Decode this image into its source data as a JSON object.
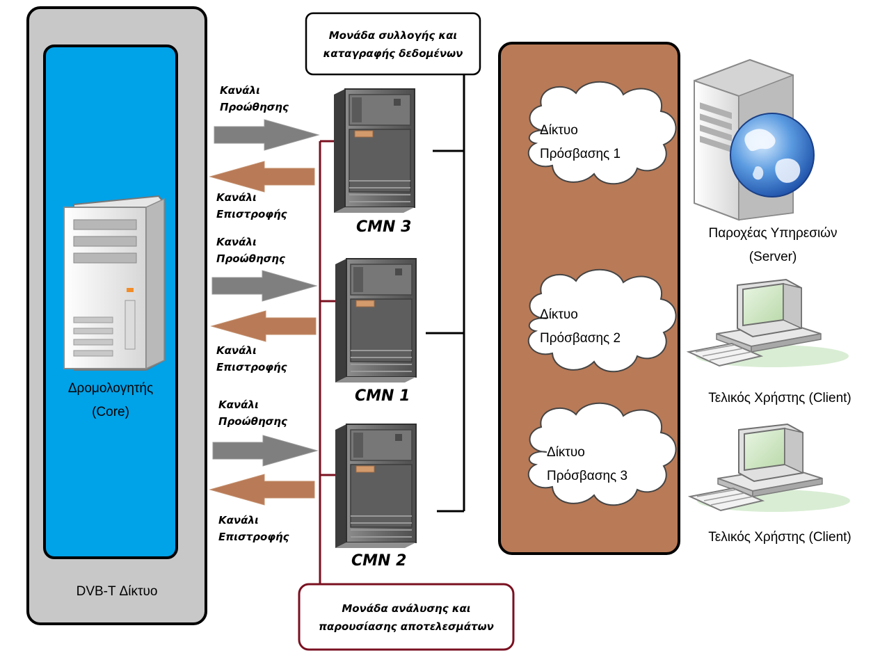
{
  "dvb_network": {
    "label": "DVB-T Δίκτυο",
    "core_router": {
      "line1": "Δρομολογητής",
      "line2": "(Core)"
    }
  },
  "channels": {
    "forward": {
      "line1": "Κανάλι",
      "line2": "Προώθησης"
    },
    "return": {
      "line1": "Κανάλι",
      "line2": "Επιστροφής"
    }
  },
  "cmn_nodes": [
    "CMN 3",
    "CMN 1",
    "CMN 2"
  ],
  "collection_unit": {
    "line1": "Μονάδα συλλογής και",
    "line2": "καταγραφής δεδομένων"
  },
  "analysis_unit": {
    "line1": "Μονάδα ανάλυσης και",
    "line2": "παρουσίασης αποτελεσμάτων"
  },
  "access_networks": [
    {
      "line1": "Δίκτυο",
      "line2": "Πρόσβασης 1"
    },
    {
      "line1": "Δίκτυο",
      "line2": "Πρόσβασης 2"
    },
    {
      "line1": "Δίκτυο",
      "line2": "Πρόσβασης 3"
    }
  ],
  "server": {
    "line1": "Παροχέας Υπηρεσιών",
    "line2": "(Server)"
  },
  "clients": [
    "Τελικός Χρήστης (Client)",
    "Τελικός Χρήστης (Client)"
  ],
  "icons": [
    "server-tower-icon",
    "globe-icon",
    "desktop-computer-icon",
    "cloud-icon",
    "arrow-right-icon",
    "arrow-left-icon"
  ],
  "colors": {
    "dvb_panel": "#c8c8c8",
    "core_panel": "#00a2e8",
    "access_panel": "#b97a57",
    "forward_arrow": "#7f7f7f",
    "return_arrow": "#b97a57",
    "analysis_line": "#7a1020"
  }
}
